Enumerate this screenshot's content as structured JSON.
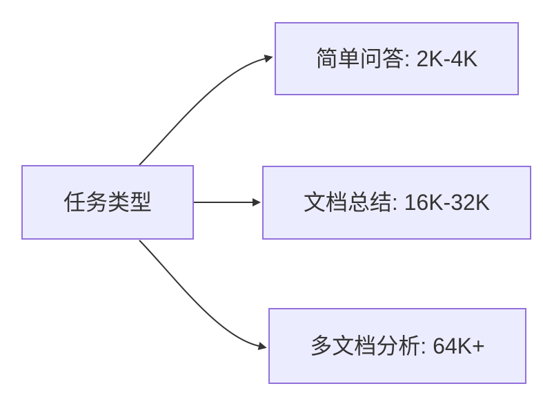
{
  "diagram": {
    "root": {
      "label": "任务类型"
    },
    "children": [
      {
        "id": "simple-qa",
        "label": "简单问答: 2K-4K"
      },
      {
        "id": "doc-summary",
        "label": "文档总结: 16K-32K"
      },
      {
        "id": "multi-doc",
        "label": "多文档分析: 64K+"
      }
    ],
    "colors": {
      "node_fill": "#ECECFF",
      "node_border": "#9370DB",
      "text": "#333333",
      "edge": "#333333",
      "background": "#ffffff"
    }
  }
}
